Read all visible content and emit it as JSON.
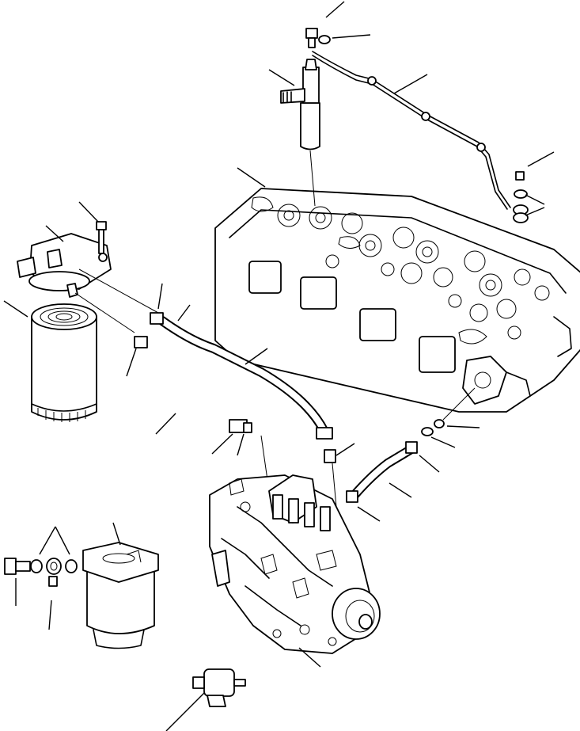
{
  "figure": {
    "kind": "exploded parts diagram",
    "background": "#ffffff",
    "ink": "#000000",
    "labels": []
  },
  "parts": [
    {
      "name": "cylinder-head"
    },
    {
      "name": "fuel-injector"
    },
    {
      "name": "injector-leak-off-pipe"
    },
    {
      "name": "fuel-filter-head"
    },
    {
      "name": "fuel-filter-cartridge"
    },
    {
      "name": "fuel-hose-filter-to-pump"
    },
    {
      "name": "fuel-hose-pump-to-filter"
    },
    {
      "name": "return-hose"
    },
    {
      "name": "fuel-injection-pump"
    },
    {
      "name": "water-separator"
    },
    {
      "name": "banjo-bolt"
    },
    {
      "name": "fuel-solenoid"
    }
  ]
}
